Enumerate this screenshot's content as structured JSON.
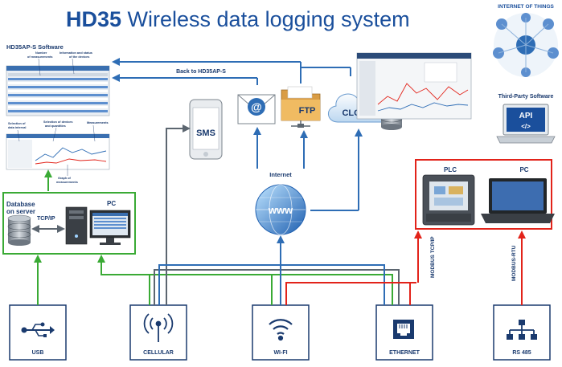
{
  "title": {
    "bold": "HD35",
    "rest": " Wireless data logging system"
  },
  "software": {
    "title": "HD35AP-S Software",
    "ann_number_of_measurements": [
      "Number",
      "of measurements"
    ],
    "ann_information_status": [
      "Information and status",
      "of the devices"
    ],
    "ann_selection_data_interval": [
      "Selection of",
      "data interval"
    ],
    "ann_selection_devices_quantities": [
      "Selection of devices",
      "and quantities"
    ],
    "ann_measurements": "Measurements",
    "ann_graph_of_measurements": [
      "Graph of",
      "measurements"
    ]
  },
  "back_to_software": "Back to HD35AP-S",
  "nodes": {
    "sms": "SMS",
    "ftp": "FTP",
    "cloud": "CLOUD",
    "internet": "Internet",
    "www": "www",
    "iot": "INTERNET OF THINGS",
    "third_party": "Third-Party Software",
    "api": "API",
    "plc": "PLC",
    "pc_right": "PC",
    "database": [
      "Database",
      "on server"
    ],
    "tcpip": "TCP/IP",
    "pc_left": "PC"
  },
  "link_labels": {
    "modbus_tcpip": "MODBUS TCP/IP",
    "modbus_rtu": "MODBUS-RTU"
  },
  "interfaces": [
    {
      "label": "USB",
      "icon": "usb-icon"
    },
    {
      "label": "CELLULAR",
      "icon": "cellular-icon"
    },
    {
      "label": "WI-FI",
      "icon": "wifi-icon"
    },
    {
      "label": "ETHERNET",
      "icon": "ethernet-icon"
    },
    {
      "label": "RS 485",
      "icon": "rs485-icon"
    }
  ],
  "colors": {
    "brand_blue": "#1a4f9c",
    "line_blue": "#2e6db5",
    "line_green": "#3aaa35",
    "line_red": "#e2231a",
    "line_grey": "#5c6670"
  }
}
